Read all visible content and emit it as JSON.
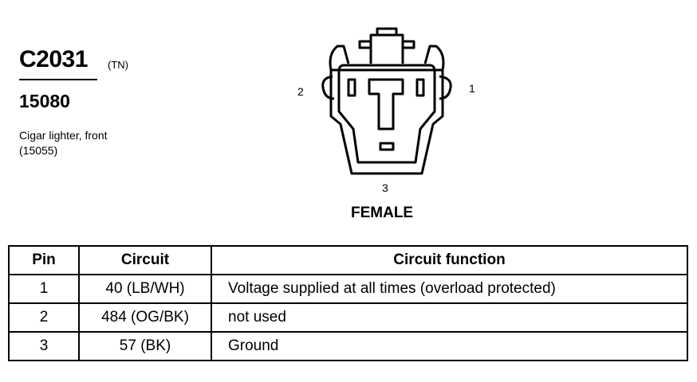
{
  "header": {
    "connector_id": "C2031",
    "connector_note": "(TN)",
    "part_number": "15080",
    "description_line1": "Cigar lighter, front",
    "description_line2": "(15055)"
  },
  "diagram": {
    "pin_label_1": "1",
    "pin_label_2": "2",
    "pin_label_3": "3",
    "gender": "FEMALE"
  },
  "table": {
    "headers": [
      "Pin",
      "Circuit",
      "Circuit function"
    ],
    "rows": [
      {
        "pin": "1",
        "circuit": "40 (LB/WH)",
        "function": "Voltage supplied at all times (overload protected)"
      },
      {
        "pin": "2",
        "circuit": "484 (OG/BK)",
        "function": "not used"
      },
      {
        "pin": "3",
        "circuit": "57 (BK)",
        "function": "Ground"
      }
    ]
  }
}
